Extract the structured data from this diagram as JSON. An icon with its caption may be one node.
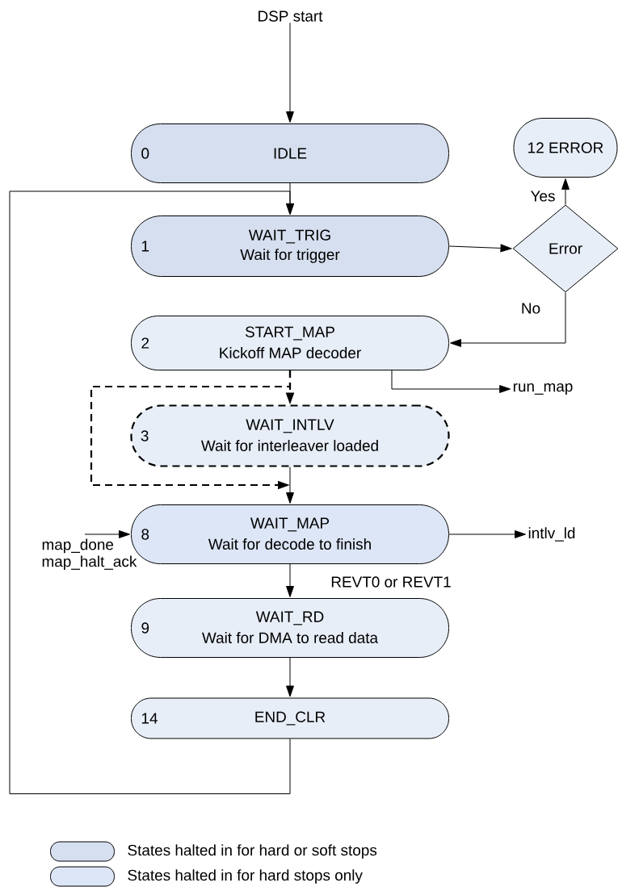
{
  "diagram": {
    "nodes": [
      {
        "text": [
          "DSP start"
        ]
      },
      {
        "text": [
          "0",
          "IDLE"
        ]
      },
      {
        "text": [
          "12 ERROR"
        ]
      },
      {
        "text": [
          "1",
          "WAIT_TRIG",
          "Wait for trigger"
        ]
      },
      {
        "text": [
          "Error"
        ]
      },
      {
        "text": [
          "2",
          "START_MAP",
          "Kickoff MAP decoder"
        ]
      },
      {
        "text": [
          "run_map"
        ]
      },
      {
        "text": [
          "3",
          "WAIT_INTLV",
          "Wait for interleaver loaded"
        ]
      },
      {
        "text": [
          "8",
          "WAIT_MAP",
          "Wait for decode to finish"
        ]
      },
      {
        "text": [
          "map_done map_halt_ack"
        ]
      },
      {
        "text": [
          "intlv_ld"
        ]
      },
      {
        "text": [
          "9",
          "WAIT_RD",
          "Wait for DMA to read data"
        ]
      },
      {
        "text": [
          "14",
          "END_CLR"
        ]
      }
    ],
    "edges": [
      {
        "from": 0,
        "to": 1,
        "arrow": "to"
      },
      {
        "from": 1,
        "to": 3,
        "arrow": "to"
      },
      {
        "from": 12,
        "to": 3,
        "arrow": "to"
      },
      {
        "from": 3,
        "to": 4,
        "arrow": "to"
      },
      {
        "from": 4,
        "to": 2,
        "arrow": "to",
        "label": "Yes"
      },
      {
        "from": 4,
        "to": 5,
        "arrow": "to",
        "label": "No"
      },
      {
        "from": 5,
        "to": 6,
        "arrow": "to"
      },
      {
        "from": 5,
        "to": 7,
        "arrow": "to",
        "style": "dashed"
      },
      {
        "from": 5,
        "to": 8,
        "arrow": "to",
        "style": "dashed"
      },
      {
        "from": 7,
        "to": 8,
        "arrow": "to"
      },
      {
        "from": 9,
        "to": 8,
        "arrow": "to"
      },
      {
        "from": 8,
        "to": 10,
        "arrow": "to"
      },
      {
        "from": 8,
        "to": 11,
        "arrow": "to",
        "label": "REVT0 or REVT1"
      },
      {
        "from": 11,
        "to": 12,
        "arrow": "to"
      }
    ],
    "legend": [
      {
        "text": "States halted in for hard or soft stops"
      },
      {
        "text": "States halted in for hard stops only"
      }
    ]
  }
}
